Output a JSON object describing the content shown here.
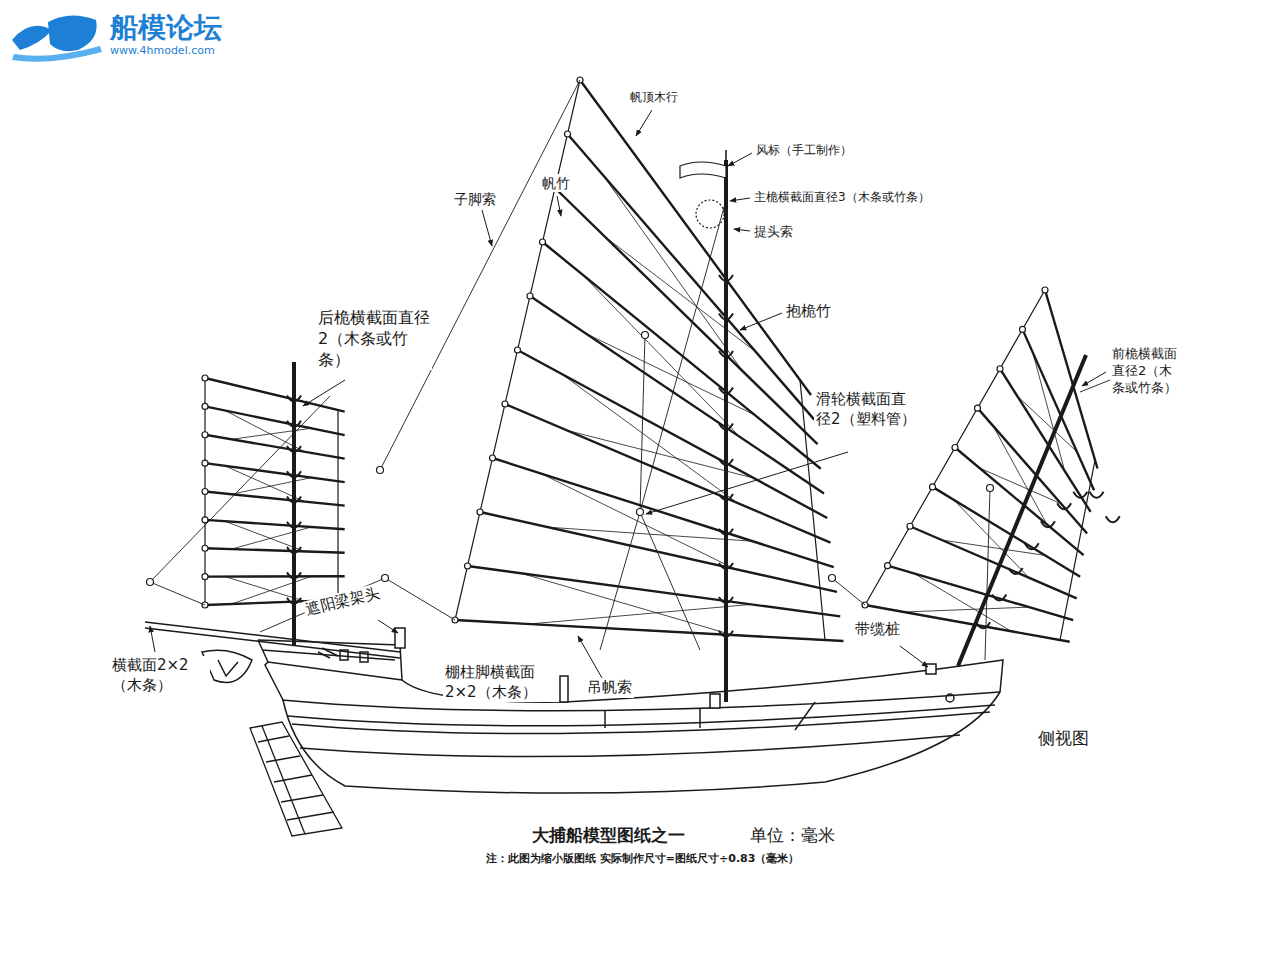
{
  "diagram": {
    "title": "大捕船模型图纸之一",
    "caption": "注：此图为缩小版图纸 实际制作尺寸=图纸尺寸÷0.83（毫米）",
    "labels": [
      "船模论坛",
      "www.4hmodel.com",
      "帆顶木行",
      "风标（手工制作）",
      "主桅横截面直径3（木条或竹条）",
      "提头索",
      "子脚索",
      "帆竹",
      "后桅横截面直径2（木条或竹条）",
      "抱桅竹",
      "滑轮横截面直径2（塑料管）",
      "前桅横截面直径2（木条或竹条）",
      "带缆桩",
      "侧视图",
      "遮阳梁架头",
      "横截面2×2（木条）",
      "棚柱脚横截面2×2（木条）",
      "吊帆索",
      "单位：毫米"
    ]
  }
}
